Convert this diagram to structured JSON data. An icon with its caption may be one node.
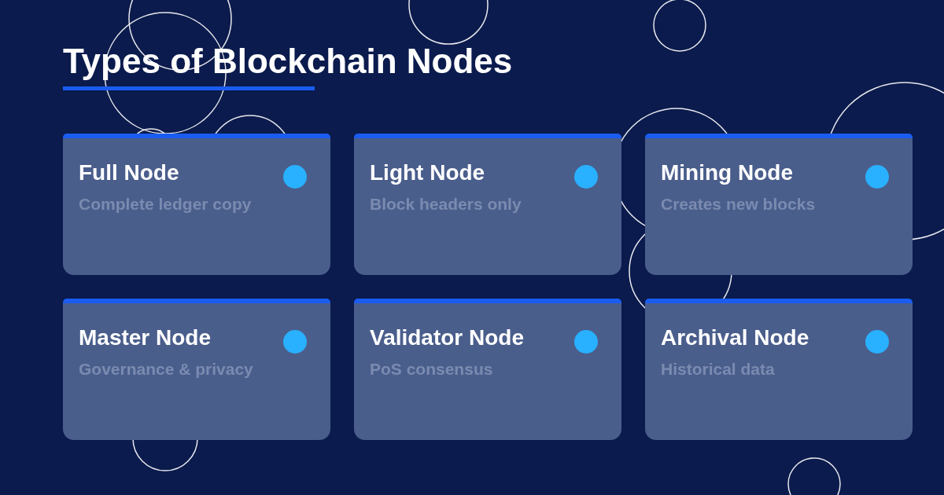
{
  "diagram": {
    "title": "Types of Blockchain Nodes",
    "nodes": [
      {
        "text": [
          "Full Node",
          "Complete ledger copy"
        ]
      },
      {
        "text": [
          "Light Node",
          "Block headers only"
        ]
      },
      {
        "text": [
          "Mining Node",
          "Creates new blocks"
        ]
      },
      {
        "text": [
          "Master Node",
          "Governance & privacy"
        ]
      },
      {
        "text": [
          "Validator Node",
          "PoS consensus"
        ]
      },
      {
        "text": [
          "Archival Node",
          "Historical data"
        ]
      }
    ]
  }
}
